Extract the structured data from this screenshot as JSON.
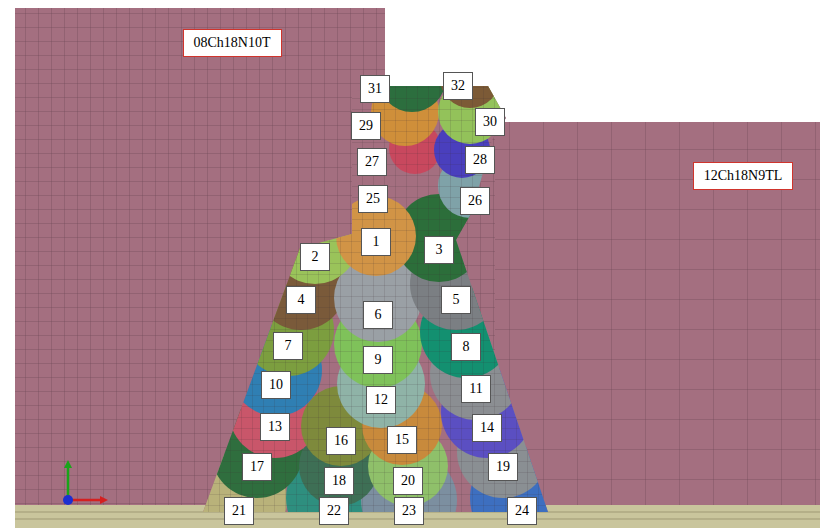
{
  "diagram": {
    "labels": [
      "08Ch18N10T",
      "12Ch18N9TL",
      "31",
      "32",
      "29",
      "30",
      "27",
      "28",
      "25",
      "26",
      "2",
      "1",
      "3",
      "4",
      "6",
      "5",
      "7",
      "9",
      "8",
      "10",
      "11",
      "12",
      "13",
      "16",
      "15",
      "14",
      "17",
      "18",
      "20",
      "19",
      "21",
      "22",
      "23",
      "24"
    ]
  }
}
